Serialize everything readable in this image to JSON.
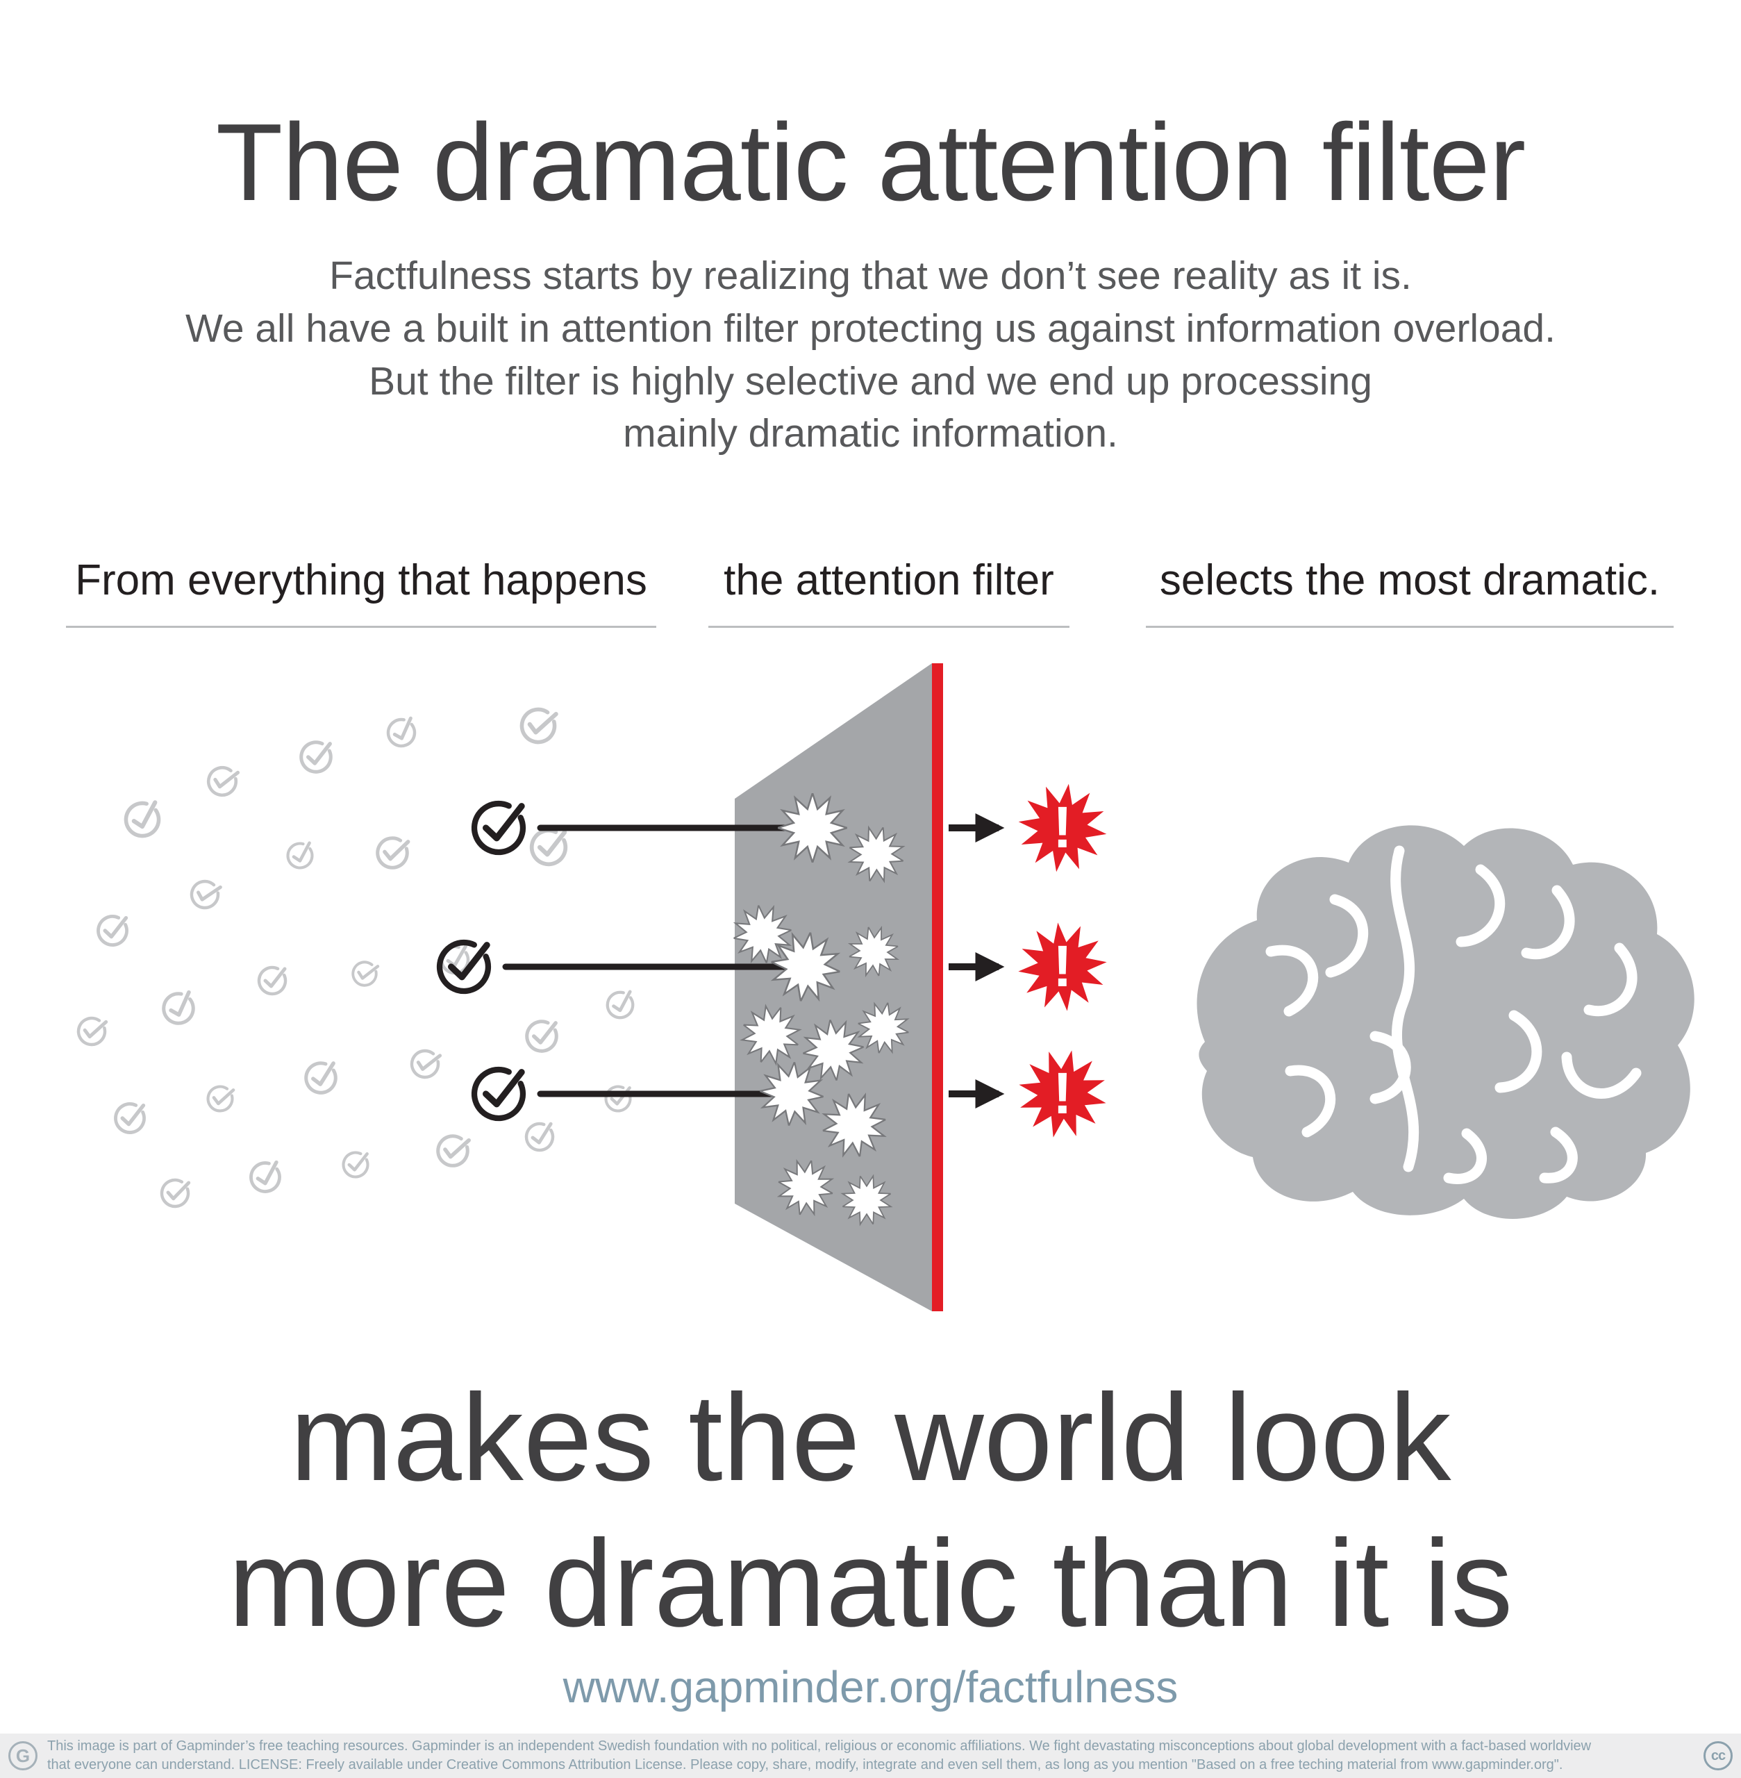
{
  "header": {
    "title": "The dramatic attention filter",
    "intro_lines": [
      "Factfulness starts by realizing that we don’t see reality as it is.",
      "We all have a built in attention filter protecting us against information overload.",
      "But the filter is highly selective and we end up processing",
      "mainly dramatic information."
    ]
  },
  "columns": {
    "left_label": "From everything that happens",
    "middle_label": "the attention filter",
    "right_label": "selects the most dramatic."
  },
  "diagram": {
    "exclamation_mark": "!",
    "icons": {
      "fact": "check-circle-icon",
      "dramatic": "starburst-exclamation-icon",
      "filter": "bullet-hole-panel-icon",
      "receiver": "brain-icon"
    }
  },
  "conclusion": {
    "line1": "makes the world look",
    "line2": "more dramatic than it is"
  },
  "footer": {
    "url": "www.gapminder.org/factfulness",
    "license_line1": "This image is part of Gapminder’s free teaching resources. Gapminder is an independent Swedish foundation with no political, religious or economic affiliations. We fight devastating misconceptions about global development with a fact-based worldview",
    "license_line2": "that everyone can understand. LICENSE: Freely available under Creative Commons Attribution License. Please copy, share, modify, integrate and even sell them, as long as you mention \"Based on a free teching material from www.gapminder.org\".",
    "gapminder_logo_letter": "G",
    "cc_logo_text": "cc"
  },
  "colors": {
    "accent_red": "#e31d25",
    "icon_gray": "#c7c8ca",
    "panel_gray": "#a4a6a9",
    "brain_gray": "#b3b5b8",
    "ink_dark": "#414042",
    "ink_gray": "#58595b",
    "label_ink": "#231f20",
    "rule_gray": "#bcbec0",
    "link_blue": "#7e9aab",
    "footer_bg": "#ededee",
    "footer_ink": "#8ba1ad"
  }
}
